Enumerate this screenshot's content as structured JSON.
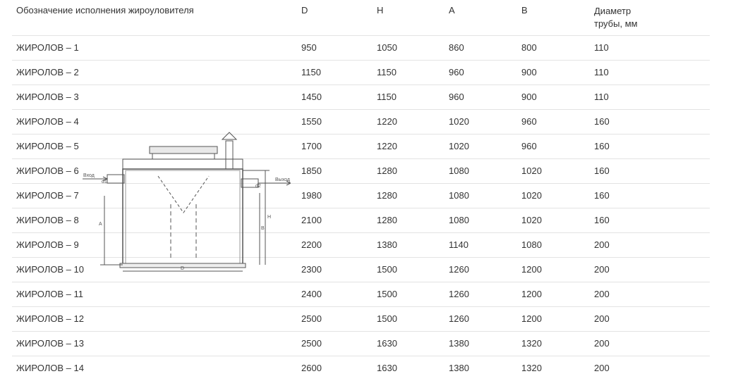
{
  "table": {
    "headers": [
      "Обозначение исполнения жироуловителя",
      "D",
      "H",
      "A",
      "B",
      "Диаметр трубы, мм"
    ],
    "rows": [
      [
        "ЖИРОЛОВ – 1",
        "950",
        "1050",
        "860",
        "800",
        "110"
      ],
      [
        "ЖИРОЛОВ – 2",
        "1150",
        "1150",
        "960",
        "900",
        "110"
      ],
      [
        "ЖИРОЛОВ – 3",
        "1450",
        "1150",
        "960",
        "900",
        "110"
      ],
      [
        "ЖИРОЛОВ – 4",
        "1550",
        "1220",
        "1020",
        "960",
        "160"
      ],
      [
        "ЖИРОЛОВ – 5",
        "1700",
        "1220",
        "1020",
        "960",
        "160"
      ],
      [
        "ЖИРОЛОВ – 6",
        "1850",
        "1280",
        "1080",
        "1020",
        "160"
      ],
      [
        "ЖИРОЛОВ – 7",
        "1980",
        "1280",
        "1080",
        "1020",
        "160"
      ],
      [
        "ЖИРОЛОВ – 8",
        "2100",
        "1280",
        "1080",
        "1020",
        "160"
      ],
      [
        "ЖИРОЛОВ – 9",
        "2200",
        "1380",
        "1140",
        "1080",
        "200"
      ],
      [
        "ЖИРОЛОВ – 10",
        "2300",
        "1500",
        "1260",
        "1200",
        "200"
      ],
      [
        "ЖИРОЛОВ – 11",
        "2400",
        "1500",
        "1260",
        "1200",
        "200"
      ],
      [
        "ЖИРОЛОВ – 12",
        "2500",
        "1500",
        "1260",
        "1200",
        "200"
      ],
      [
        "ЖИРОЛОВ – 13",
        "2500",
        "1630",
        "1380",
        "1320",
        "200"
      ],
      [
        "ЖИРОЛОВ – 14",
        "2600",
        "1630",
        "1380",
        "1320",
        "200"
      ]
    ]
  },
  "drawing": {
    "inlet_label": "Вход",
    "outlet_label": "Выход",
    "dim_labels": [
      "D",
      "H",
      "A",
      "B",
      "d1",
      "d2"
    ]
  }
}
